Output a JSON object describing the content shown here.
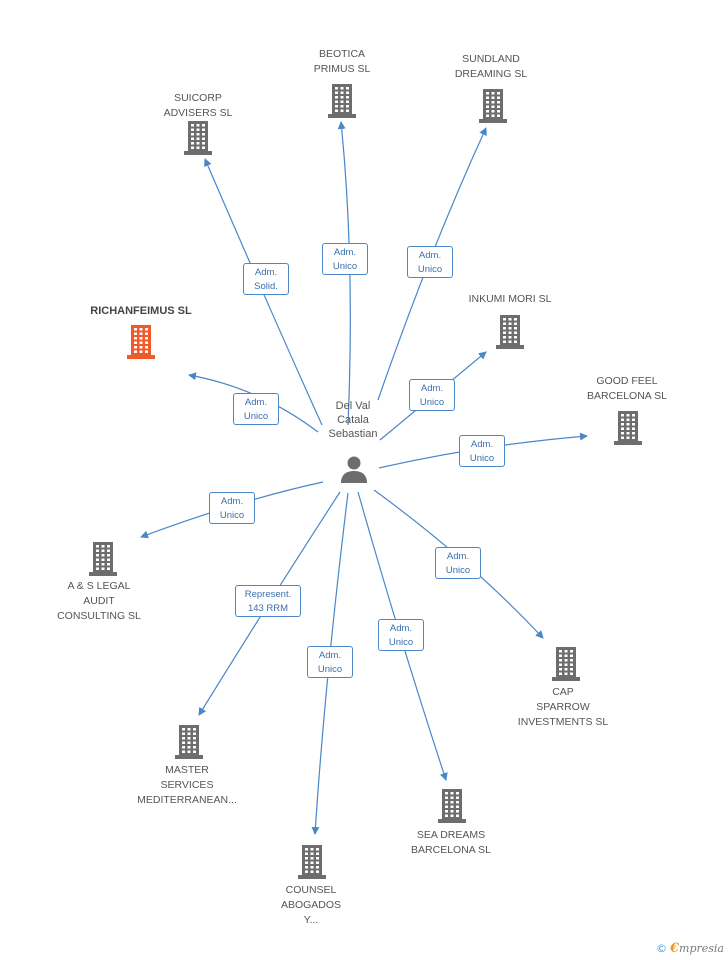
{
  "colors": {
    "edge": "#4a86c8",
    "building": "#6d6d6d",
    "focus_building": "#f0592a",
    "person": "#6d6d6d"
  },
  "center": {
    "name_lines": [
      "Del Val",
      "Catala",
      "Sebastian"
    ],
    "icon": "person-icon"
  },
  "companies": [
    {
      "id": "richanfeimus",
      "lines": [
        "RICHANFEIMUS SL"
      ],
      "focus": true,
      "icon": "building-icon"
    },
    {
      "id": "suicorp",
      "lines": [
        "SUICORP",
        "ADVISERS SL"
      ],
      "icon": "building-icon"
    },
    {
      "id": "beotica",
      "lines": [
        "BEOTICA",
        "PRIMUS SL"
      ],
      "icon": "building-icon"
    },
    {
      "id": "sundland",
      "lines": [
        "SUNDLAND",
        "DREAMING SL"
      ],
      "icon": "building-icon"
    },
    {
      "id": "inkumi",
      "lines": [
        "INKUMI MORI SL"
      ],
      "icon": "building-icon"
    },
    {
      "id": "goodfeel",
      "lines": [
        "GOOD FEEL",
        "BARCELONA  SL"
      ],
      "icon": "building-icon"
    },
    {
      "id": "aslegal",
      "lines": [
        "A & S LEGAL",
        "AUDIT",
        "CONSULTING SL"
      ],
      "icon": "building-icon"
    },
    {
      "id": "capsparrow",
      "lines": [
        "CAP",
        "SPARROW",
        "INVESTMENTS SL"
      ],
      "icon": "building-icon"
    },
    {
      "id": "master",
      "lines": [
        "MASTER",
        "SERVICES",
        "MEDITERRANEAN..."
      ],
      "icon": "building-icon"
    },
    {
      "id": "seadreams",
      "lines": [
        "SEA DREAMS",
        "BARCELONA  SL"
      ],
      "icon": "building-icon"
    },
    {
      "id": "counsel",
      "lines": [
        "COUNSEL",
        "ABOGADOS",
        "Y..."
      ],
      "icon": "building-icon"
    }
  ],
  "edges": [
    {
      "to": "richanfeimus",
      "lines": [
        "Adm.",
        "Unico"
      ]
    },
    {
      "to": "suicorp",
      "lines": [
        "Adm.",
        "Solid."
      ]
    },
    {
      "to": "beotica",
      "lines": [
        "Adm.",
        "Unico"
      ]
    },
    {
      "to": "sundland",
      "lines": [
        "Adm.",
        "Unico"
      ]
    },
    {
      "to": "inkumi",
      "lines": [
        "Adm.",
        "Unico"
      ]
    },
    {
      "to": "goodfeel",
      "lines": [
        "Adm.",
        "Unico"
      ]
    },
    {
      "to": "aslegal",
      "lines": [
        "Adm.",
        "Unico"
      ]
    },
    {
      "to": "master",
      "lines": [
        "Represent.",
        "143 RRM"
      ]
    },
    {
      "to": "counsel",
      "lines": [
        "Adm.",
        "Unico"
      ]
    },
    {
      "to": "seadreams",
      "lines": [
        "Adm.",
        "Unico"
      ]
    },
    {
      "to": "capsparrow",
      "lines": [
        "Adm.",
        "Unico"
      ]
    }
  ],
  "footer": {
    "copyright": "©",
    "brand_initial": "€",
    "brand_rest": "mpresia"
  }
}
